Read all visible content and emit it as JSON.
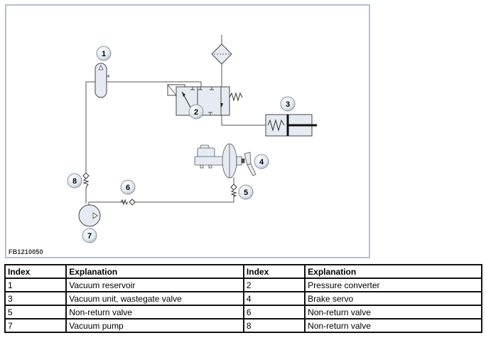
{
  "figure": {
    "id_label": "FB1210050",
    "callouts": [
      "1",
      "2",
      "3",
      "4",
      "5",
      "6",
      "7",
      "8"
    ],
    "colors": {
      "frame_border": "#b3c0cf",
      "component_fill": "#e6ebf3",
      "line": "#333333",
      "badge_fill": "#dfe6ef"
    }
  },
  "legend_table": {
    "headers": [
      "Index",
      "Explanation",
      "Index",
      "Explanation"
    ],
    "rows": [
      [
        "1",
        "Vacuum reservoir",
        "2",
        "Pressure converter"
      ],
      [
        "3",
        "Vacuum unit, wastegate valve",
        "4",
        "Brake servo"
      ],
      [
        "5",
        "Non-return valve",
        "6",
        "Non-return valve"
      ],
      [
        "7",
        "Vacuum pump",
        "8",
        "Non-return valve"
      ]
    ]
  }
}
